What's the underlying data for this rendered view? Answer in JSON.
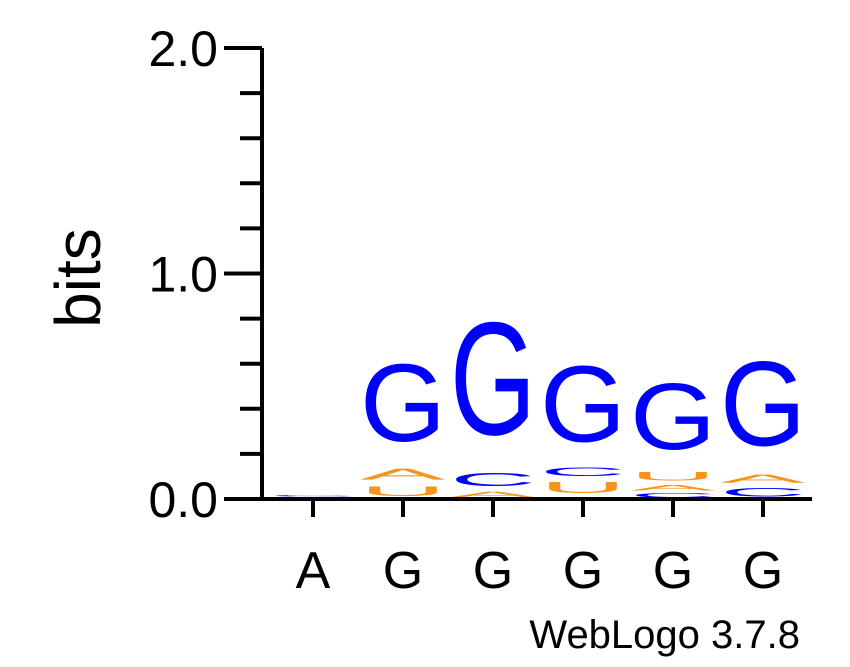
{
  "chart_data": {
    "type": "sequence-logo",
    "ylabel": "bits",
    "ylim": [
      0.0,
      2.0
    ],
    "y_ticks": [
      "0.0",
      "1.0",
      "2.0"
    ],
    "x_ticks": [
      "A",
      "G",
      "G",
      "G",
      "G",
      "G"
    ],
    "credit": "WebLogo 3.7.8",
    "colors": {
      "A": "#f7941e",
      "U": "#f7941e",
      "G": "#0000ff",
      "C": "#0000ff"
    },
    "positions": [
      {
        "stack": [
          {
            "letter": "A",
            "bits": 0.01
          },
          {
            "letter": "C",
            "bits": 0.008
          }
        ]
      },
      {
        "stack": [
          {
            "letter": "U",
            "bits": 0.07
          },
          {
            "letter": "A",
            "bits": 0.08
          },
          {
            "letter": "G",
            "bits": 0.55
          }
        ]
      },
      {
        "stack": [
          {
            "letter": "A",
            "bits": 0.04
          },
          {
            "letter": "C",
            "bits": 0.09
          },
          {
            "letter": "G",
            "bits": 0.8
          }
        ]
      },
      {
        "stack": [
          {
            "letter": "A",
            "bits": 0.01
          },
          {
            "letter": "U",
            "bits": 0.08
          },
          {
            "letter": "C",
            "bits": 0.06
          },
          {
            "letter": "G",
            "bits": 0.54
          }
        ]
      },
      {
        "stack": [
          {
            "letter": "C",
            "bits": 0.03
          },
          {
            "letter": "A",
            "bits": 0.04
          },
          {
            "letter": "U",
            "bits": 0.06
          },
          {
            "letter": "G",
            "bits": 0.47
          }
        ]
      },
      {
        "stack": [
          {
            "letter": "C",
            "bits": 0.06
          },
          {
            "letter": "A",
            "bits": 0.06
          },
          {
            "letter": "G",
            "bits": 0.6
          }
        ]
      }
    ]
  }
}
